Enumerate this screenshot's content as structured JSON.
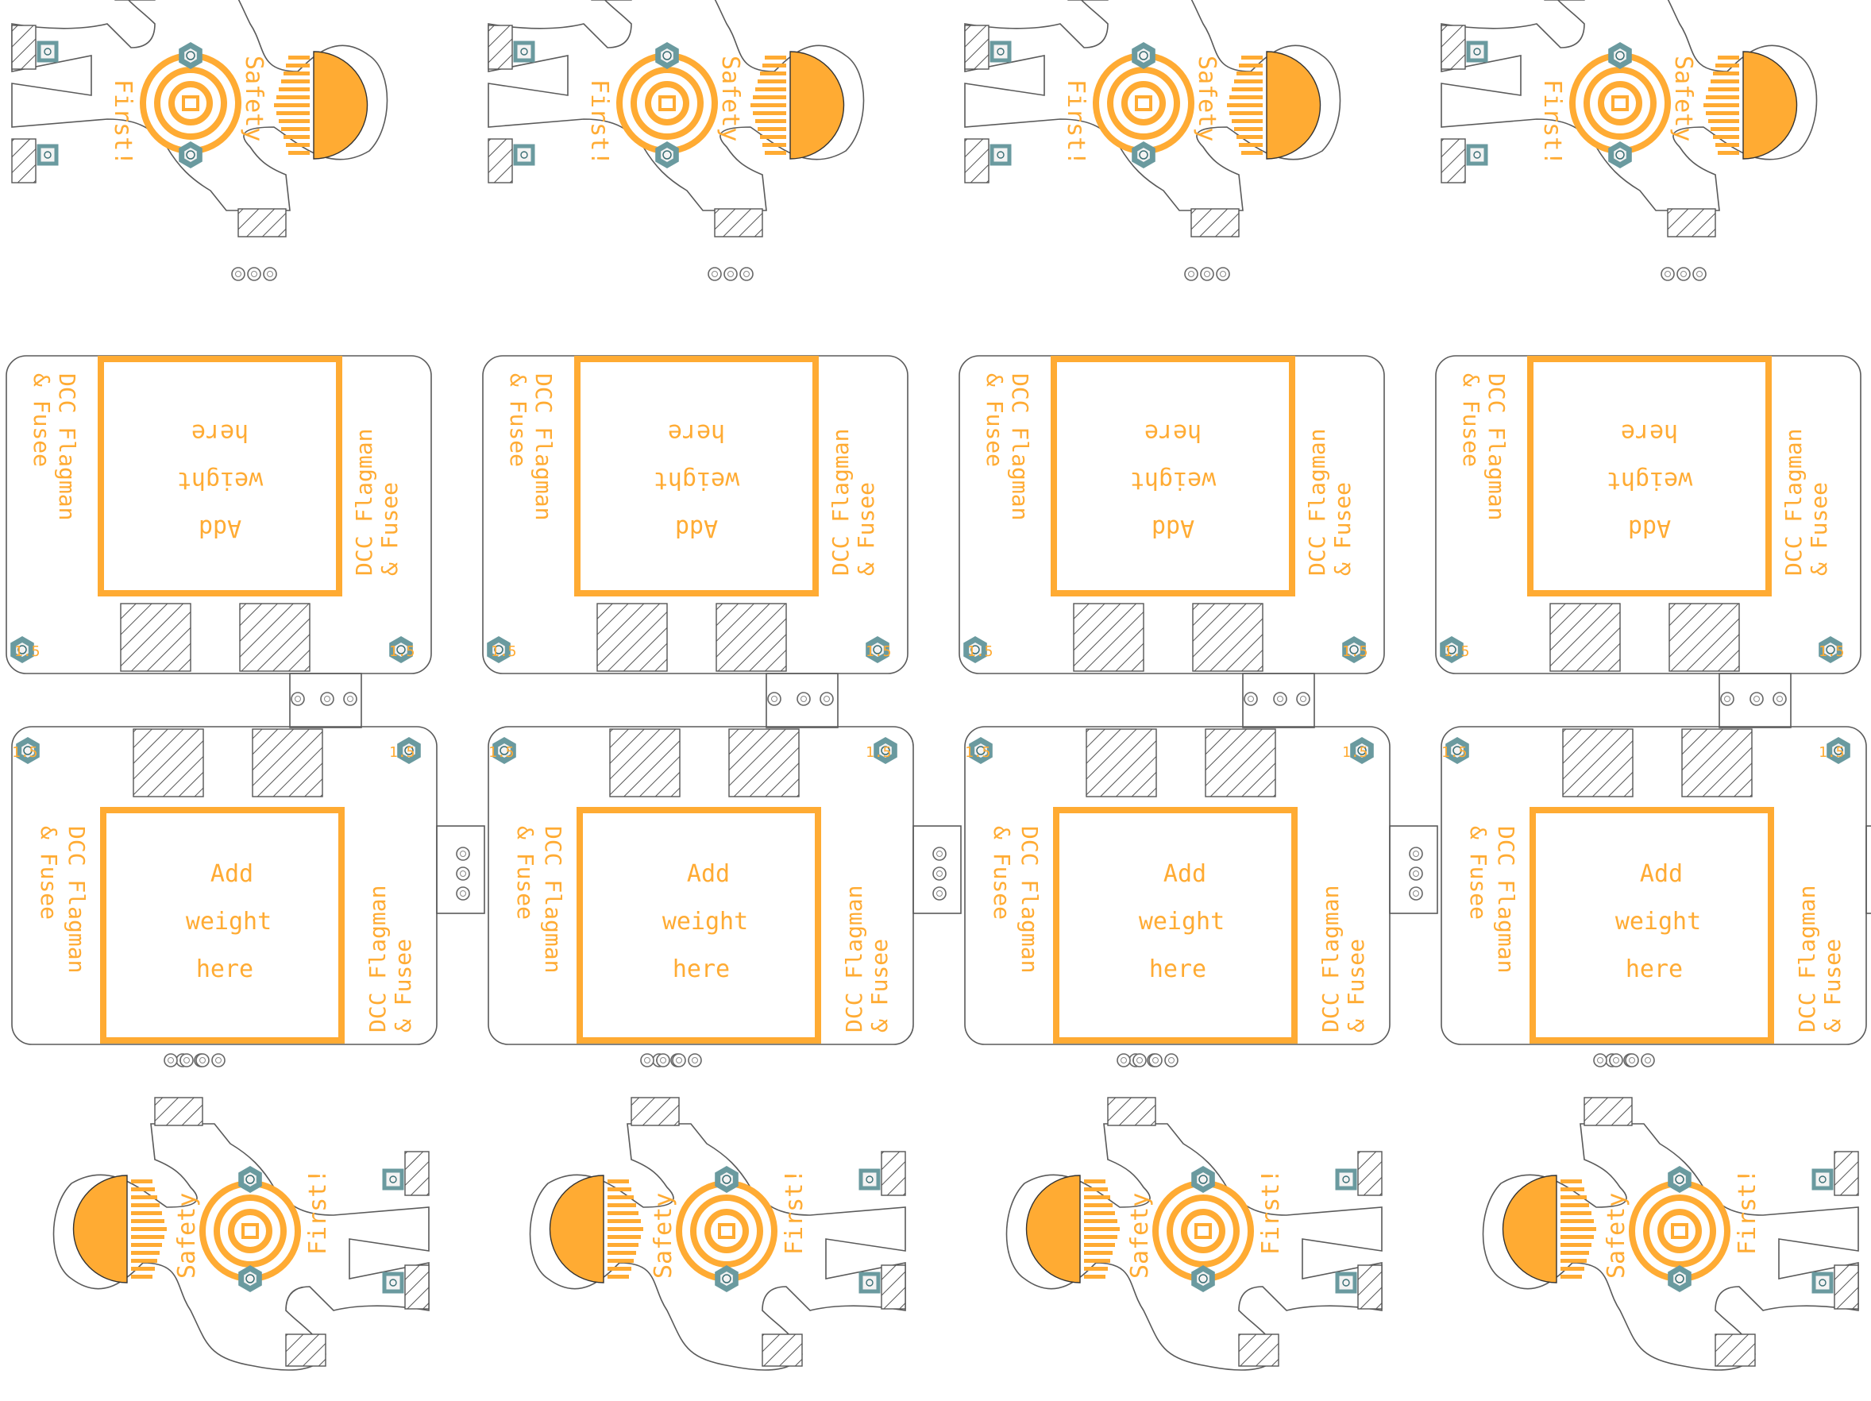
{
  "board": {
    "columns": 4,
    "labels": {
      "title_line1": "DCC Flagman",
      "title_line2": "& Fusee",
      "weight_line1": "Add",
      "weight_line2": "weight",
      "weight_line3": "here",
      "safety": "Safety",
      "first": "First!",
      "pad_label": "1.5"
    },
    "colors": {
      "silkscreen": "#ffab33",
      "outline": "#5a5a5a",
      "mount_pad": "#6a9a9f",
      "hatch": "#555555"
    },
    "icons": [
      "flagman-figure-icon",
      "weight-square-icon",
      "mount-hole-icon",
      "via-icon",
      "hatched-pad-icon"
    ]
  }
}
